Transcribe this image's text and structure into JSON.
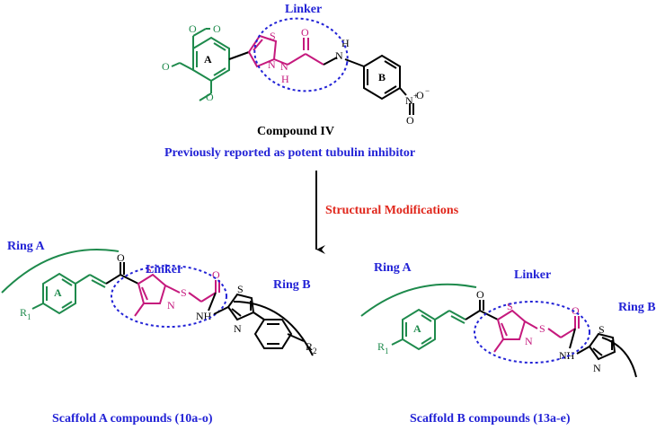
{
  "title_linker": "Linker",
  "compound_name": "Compound IV",
  "compound_desc": "Previously reported as potent tubulin inhibitor",
  "modification_label": "Structural Modifications",
  "scaffold_a": {
    "ring_a": "Ring A",
    "ring_b": "Ring B",
    "linker": "Linker",
    "caption": "Scaffold A compounds (10a-o)"
  },
  "scaffold_b": {
    "ring_a": "Ring A",
    "ring_b": "Ring B",
    "linker": "Linker",
    "caption": "Scaffold B compounds (13a-e)"
  },
  "atoms": {
    "ring_a": "A",
    "ring_b": "B",
    "s": "S",
    "n": "N",
    "o": "O",
    "nh": "NH",
    "h": "H",
    "r1": "R",
    "r1_sub": "1",
    "r2": "R",
    "r2_sub": "2",
    "nitro_n": "N",
    "nitro_plus": "+",
    "nitro_minus": "−"
  },
  "colors": {
    "blue": "#2323d6",
    "red": "#e0261b",
    "green": "#1e8a4c",
    "magenta": "#c5197d",
    "black": "#000000"
  }
}
